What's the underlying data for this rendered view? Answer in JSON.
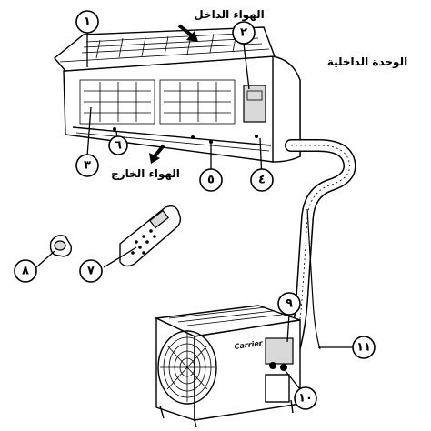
{
  "labels": {
    "air_in": "الهواء الداخل",
    "air_out": "الهواء الخارج",
    "indoor_unit": "الوحدة الداخلية",
    "outdoor_brand": "Carrier"
  },
  "callouts": {
    "c1": "١",
    "c2": "٢",
    "c3": "٣",
    "c4": "٤",
    "c5": "٥",
    "c6": "٦",
    "c7": "٧",
    "c8": "٨",
    "c9": "٩",
    "c10": "١٠",
    "c11": "١١"
  }
}
